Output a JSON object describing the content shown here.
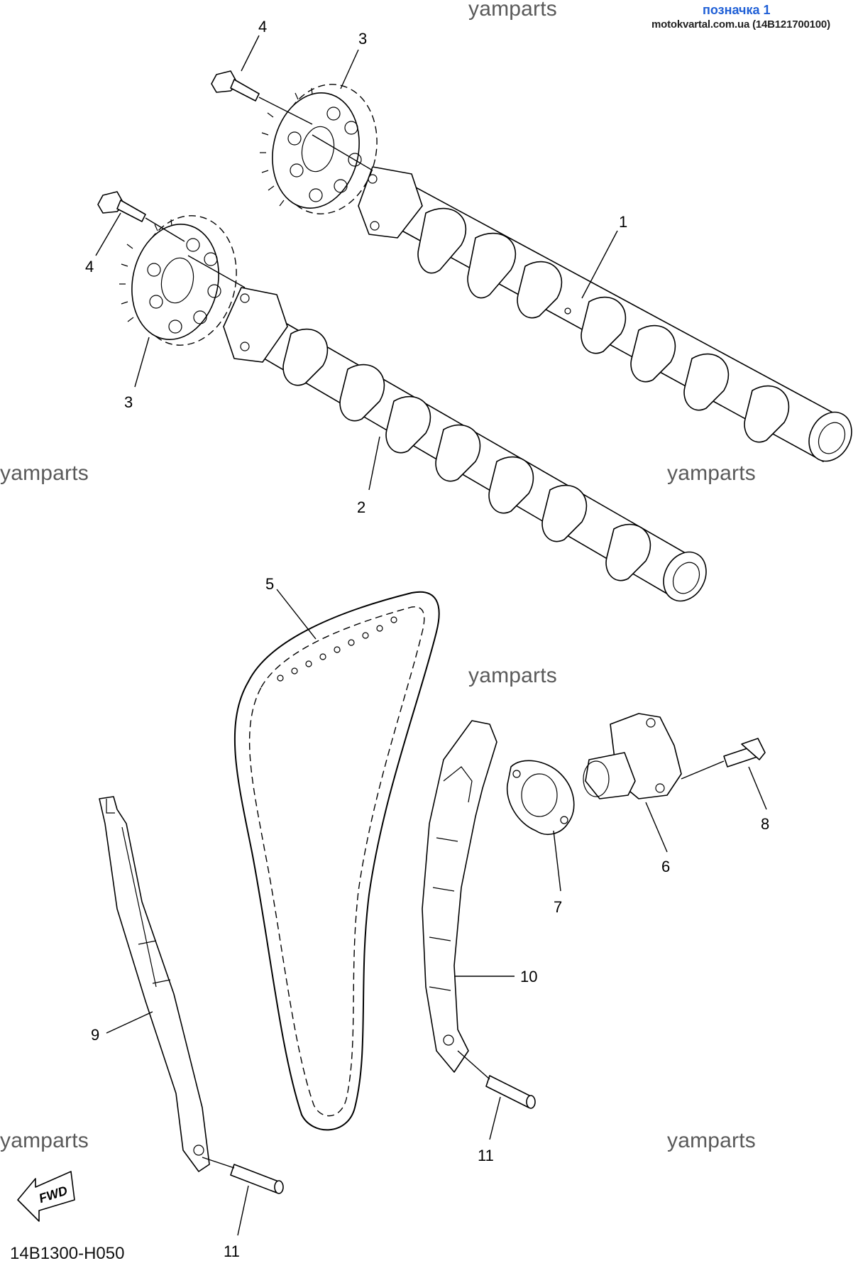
{
  "header": {
    "label": "позначка 1",
    "source": "motokvartal.com.ua (14B121700100)"
  },
  "watermark": "yamparts",
  "diagram_code": "14B1300-H050",
  "fwd_label": "FWD",
  "callouts": {
    "c1": "1",
    "c2": "2",
    "c3a": "3",
    "c3b": "3",
    "c4a": "4",
    "c4b": "4",
    "c5": "5",
    "c6": "6",
    "c7": "7",
    "c8": "8",
    "c9": "9",
    "c10": "10",
    "c11a": "11",
    "c11b": "11"
  }
}
